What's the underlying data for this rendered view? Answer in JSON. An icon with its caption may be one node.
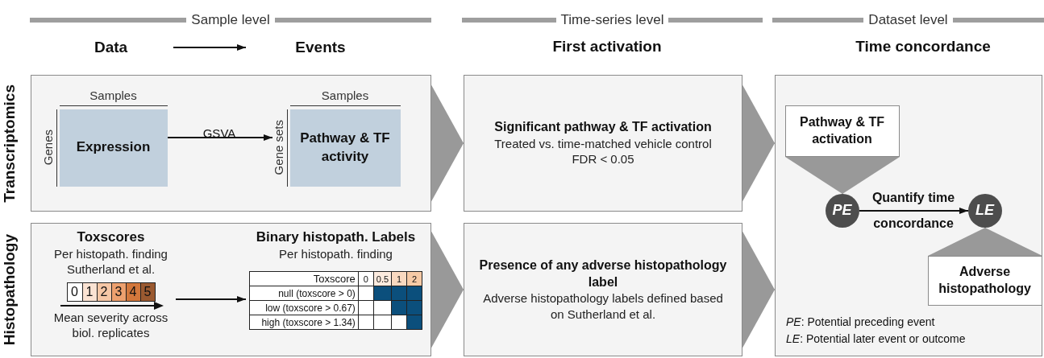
{
  "diagram": {
    "nodes": [
      {
        "text": [
          "Data"
        ]
      },
      {
        "text": [
          "Events"
        ]
      },
      {
        "text": [],
        "shape": "box"
      },
      {
        "text": [
          "Expression"
        ],
        "in": 2,
        "beside": [
          "Samples",
          "Genes"
        ]
      },
      {
        "text": [
          "Pathway & TF activity"
        ],
        "in": 2,
        "beside": [
          "Samples",
          "Gene sets"
        ]
      },
      {
        "text": [],
        "shape": "box"
      },
      {
        "text": [
          "Toxscores",
          "Per histopath. finding Sutherland et al.",
          "Mean severity across biol. replicates"
        ],
        "in": 5
      },
      {
        "text": [
          "Binary histopath. Labels",
          "Per histopath. finding"
        ],
        "in": 5
      },
      {
        "text": [
          "Significant pathway & TF activation",
          "Treated vs. time-matched vehicle control",
          "FDR < 0.05"
        ]
      },
      {
        "text": [
          "Presence of any adverse histopathology label",
          "Adverse histopathology labels defined based on Sutherland et al."
        ]
      },
      {
        "text": [],
        "shape": "box"
      },
      {
        "text": [
          "Pathway & TF activation"
        ],
        "in": 10
      },
      {
        "text": [
          "PE"
        ],
        "in": 10
      },
      {
        "text": [
          "LE"
        ],
        "in": 10
      },
      {
        "text": [
          "Adverse histopathology"
        ],
        "in": 10
      }
    ],
    "edges": [
      {
        "from": 0,
        "to": 1,
        "arrow": "to",
        "color": "#111111"
      },
      {
        "from": 3,
        "to": 4,
        "arrow": "to",
        "label": "GSVA",
        "color": "#111111"
      },
      {
        "from": 6,
        "to": 7,
        "arrow": "to",
        "color": "#111111"
      },
      {
        "from": 2,
        "to": 8,
        "arrow": "to",
        "color": "#999999"
      },
      {
        "from": 5,
        "to": 9,
        "arrow": "to",
        "color": "#999999"
      },
      {
        "from": 8,
        "to": 10,
        "arrow": "to",
        "color": "#999999"
      },
      {
        "from": 9,
        "to": 10,
        "arrow": "to",
        "color": "#999999"
      },
      {
        "from": 11,
        "to": 12,
        "arrow": "to",
        "color": "#999999"
      },
      {
        "from": 14,
        "to": 13,
        "arrow": "to",
        "color": "#999999"
      },
      {
        "from": 12,
        "to": 13,
        "arrow": "to",
        "label": "Quantify time concordance",
        "color": "#111111"
      }
    ],
    "labels": [
      "Sample level",
      "Time-series level",
      "Dataset level",
      "First activation",
      "Time concordance",
      "Transcriptomics",
      "Histopathology",
      "0",
      "1",
      "2",
      "3",
      "4",
      "5",
      "Toxscore",
      "0",
      "0.5",
      "1",
      "2",
      "null (toxscore > 0)",
      "low (toxscore > 0.67)",
      "high (toxscore > 1.34)",
      "*PE*: Potential preceding event",
      "*LE*: Potential later event or outcome"
    ]
  }
}
